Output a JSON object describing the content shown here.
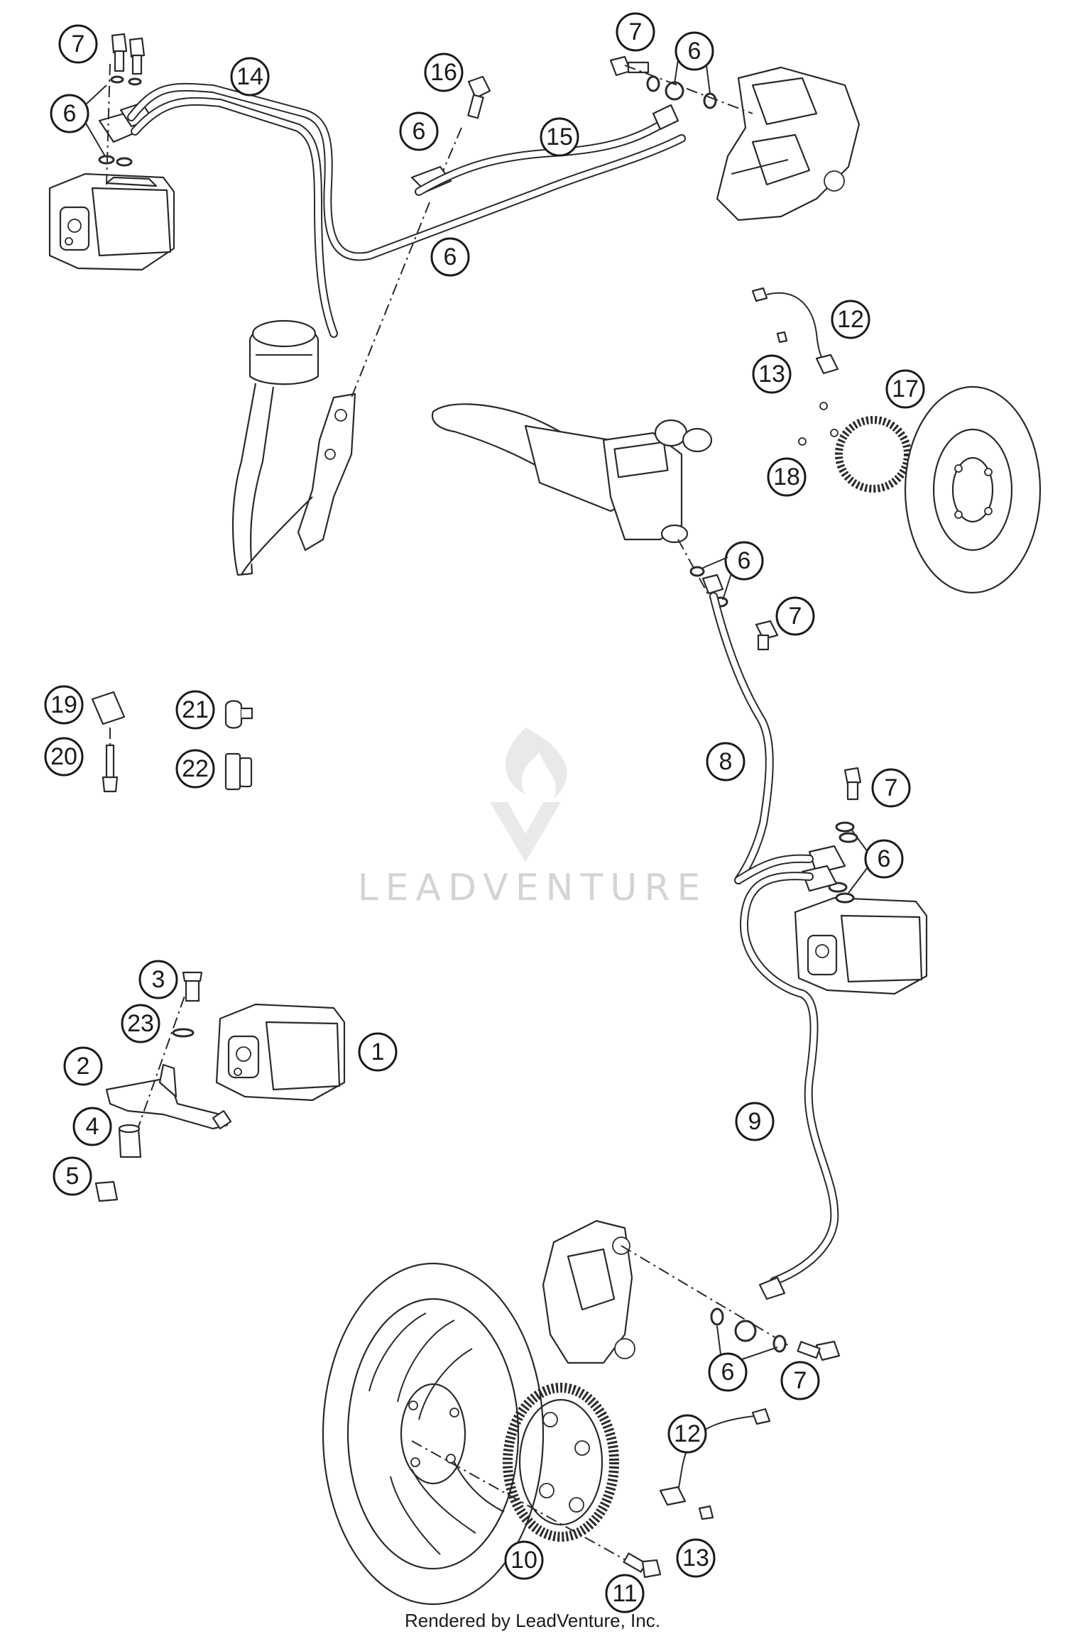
{
  "diagram": {
    "footer": "Rendered by LeadVenture, Inc.",
    "watermark": "LEADVENTURE",
    "callouts": [
      {
        "id": "c7a",
        "label": "7"
      },
      {
        "id": "c6a",
        "label": "6"
      },
      {
        "id": "c14",
        "label": "14"
      },
      {
        "id": "c16",
        "label": "16"
      },
      {
        "id": "c6b",
        "label": "6"
      },
      {
        "id": "c15",
        "label": "15"
      },
      {
        "id": "c6c",
        "label": "6"
      },
      {
        "id": "c7b",
        "label": "7"
      },
      {
        "id": "c6d",
        "label": "6"
      },
      {
        "id": "c12a",
        "label": "12"
      },
      {
        "id": "c13a",
        "label": "13"
      },
      {
        "id": "c17",
        "label": "17"
      },
      {
        "id": "c18",
        "label": "18"
      },
      {
        "id": "c6e",
        "label": "6"
      },
      {
        "id": "c7c",
        "label": "7"
      },
      {
        "id": "c19",
        "label": "19"
      },
      {
        "id": "c20",
        "label": "20"
      },
      {
        "id": "c21",
        "label": "21"
      },
      {
        "id": "c22",
        "label": "22"
      },
      {
        "id": "c8",
        "label": "8"
      },
      {
        "id": "c7d",
        "label": "7"
      },
      {
        "id": "c6f",
        "label": "6"
      },
      {
        "id": "c3",
        "label": "3"
      },
      {
        "id": "c23",
        "label": "23"
      },
      {
        "id": "c1",
        "label": "1"
      },
      {
        "id": "c2",
        "label": "2"
      },
      {
        "id": "c4",
        "label": "4"
      },
      {
        "id": "c5",
        "label": "5"
      },
      {
        "id": "c9",
        "label": "9"
      },
      {
        "id": "c6g",
        "label": "6"
      },
      {
        "id": "c7e",
        "label": "7"
      },
      {
        "id": "c12b",
        "label": "12"
      },
      {
        "id": "c13b",
        "label": "13"
      },
      {
        "id": "c10",
        "label": "10"
      },
      {
        "id": "c11",
        "label": "11"
      }
    ]
  }
}
